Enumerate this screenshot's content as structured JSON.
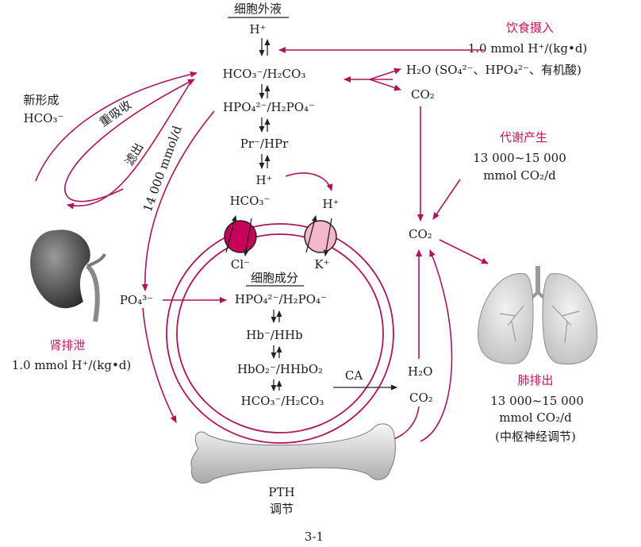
{
  "extracellular": {
    "title": "细胞外液",
    "h": "H⁺",
    "hco3_h2co3": "HCO₃⁻/H₂CO₃",
    "hpo4_h2po4": "HPO₄²⁻/H₂PO₄⁻",
    "pr_hpr": "Pr⁻/HPr",
    "h2": "H⁺"
  },
  "diet": {
    "title": "饮食摄入",
    "amount": "1.0 mmol H⁺/(kg•d)",
    "h2o": "H₂O (SO₄²⁻、HPO₄²⁻、有机酸)",
    "co2": "CO₂"
  },
  "metabolism": {
    "title": "代谢产生",
    "amount": "13 000~15 000",
    "unit": "mmol CO₂/d",
    "co2": "CO₂"
  },
  "kidney": {
    "new_hco3_1": "新形成",
    "new_hco3_2": "HCO₃⁻",
    "reabsorb": "重吸收",
    "filter": "滤出",
    "daily": "14 000 mmol/d",
    "po4": "PO₄³⁻",
    "excrete_title": "肾排泄",
    "excrete_amount": "1.0 mmol H⁺/(kg•d)"
  },
  "transport": {
    "hco3": "HCO₃⁻",
    "cl": "Cl⁻",
    "h": "H⁺",
    "k": "K⁺",
    "left_color": "#c8005a",
    "right_color": "#f4b7cc"
  },
  "intracellular": {
    "title": "细胞成分",
    "hpo4_h2po4": "HPO₄²⁻/H₂PO₄⁻",
    "hb": "Hb⁻/HHb",
    "hbo2": "HbO₂⁻/HHbO₂",
    "hco3_h2co3": "HCO₃⁻/H₂CO₃",
    "ca": "CA",
    "h2o": "H₂O",
    "co2": "CO₂"
  },
  "lung": {
    "title": "肺排出",
    "amount": "13 000~15 000",
    "unit": "mmol CO₂/d",
    "note": "(中枢神经调节)"
  },
  "bone": {
    "pth": "PTH",
    "reg": "调节"
  },
  "figure": {
    "label": "3-1"
  },
  "colors": {
    "accent": "#c2185b",
    "text": "#1a1a1a"
  }
}
